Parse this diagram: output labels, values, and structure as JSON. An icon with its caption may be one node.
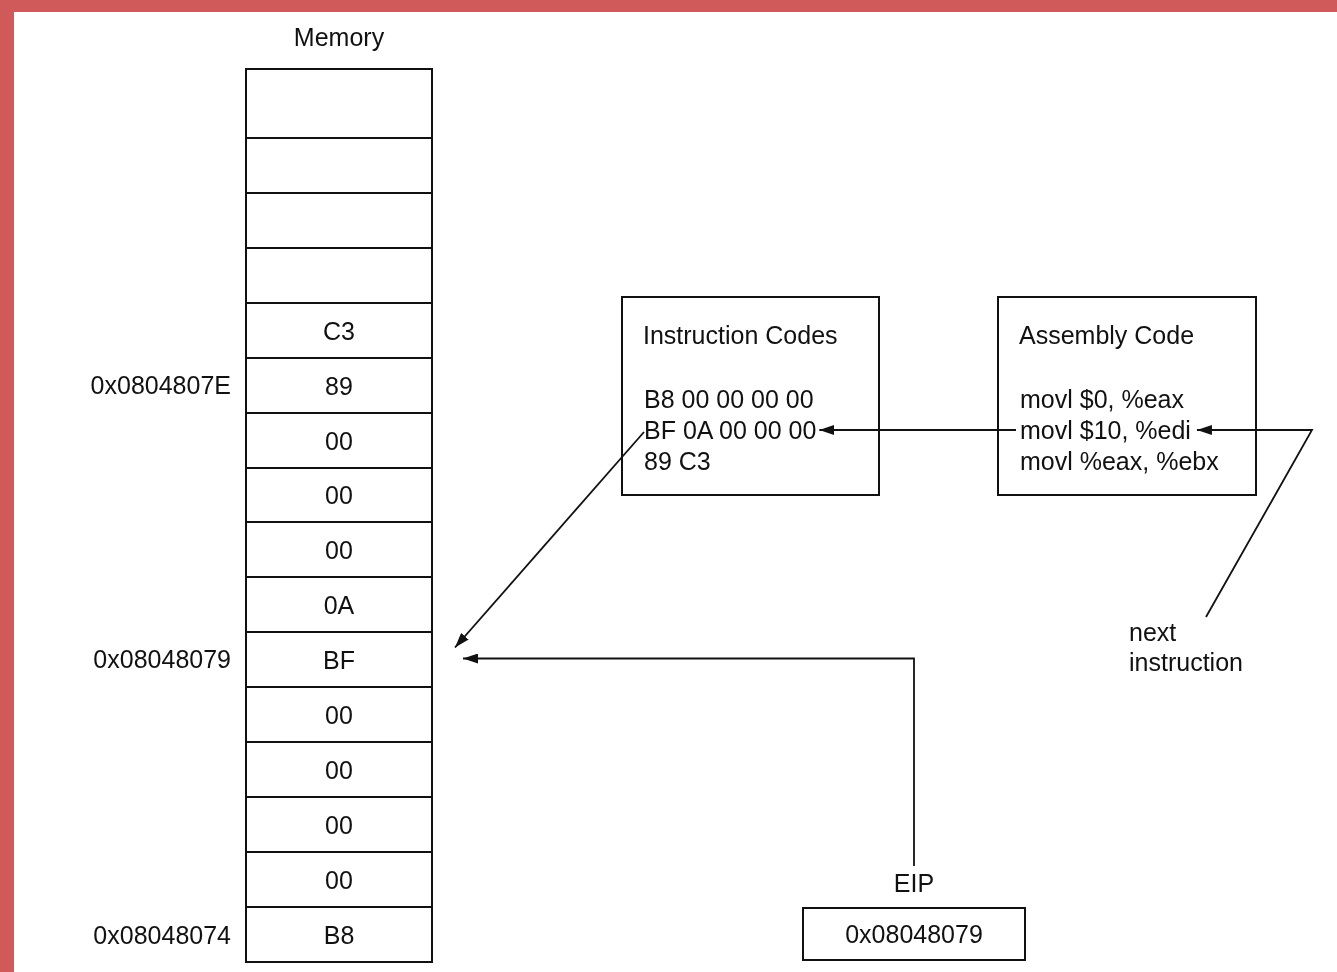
{
  "diagram": {
    "nodes": [
      {
        "text": [
          "Memory"
        ]
      },
      {
        "text": [],
        "shape": "box",
        "in": 0
      },
      {
        "text": [],
        "shape": "box",
        "in": 0
      },
      {
        "text": [],
        "shape": "box",
        "in": 0
      },
      {
        "text": [],
        "shape": "box",
        "in": 0
      },
      {
        "text": [
          "C3"
        ],
        "in": 0
      },
      {
        "text": [
          "89"
        ],
        "in": 0,
        "beside": [
          "0x0804807E"
        ]
      },
      {
        "text": [
          "00"
        ],
        "in": 0
      },
      {
        "text": [
          "00"
        ],
        "in": 0
      },
      {
        "text": [
          "00"
        ],
        "in": 0
      },
      {
        "text": [
          "0A"
        ],
        "in": 0
      },
      {
        "text": [
          "BF"
        ],
        "in": 0,
        "beside": [
          "0x08048079"
        ]
      },
      {
        "text": [
          "00"
        ],
        "in": 0
      },
      {
        "text": [
          "00"
        ],
        "in": 0
      },
      {
        "text": [
          "00"
        ],
        "in": 0
      },
      {
        "text": [
          "00"
        ],
        "in": 0
      },
      {
        "text": [
          "B8"
        ],
        "in": 0,
        "beside": [
          "0x08048074"
        ]
      },
      {
        "text": [
          "Instruction Codes"
        ]
      },
      {
        "text": [
          "B8 00 00 00 00"
        ],
        "in": 17
      },
      {
        "text": [
          "BF 0A 00 00 00"
        ],
        "in": 17
      },
      {
        "text": [
          "89 C3"
        ],
        "in": 17
      },
      {
        "text": [
          "Assembly Code"
        ]
      },
      {
        "text": [
          "movl $0, %eax"
        ],
        "in": 21
      },
      {
        "text": [
          "movl $10, %edi"
        ],
        "in": 21
      },
      {
        "text": [
          "movl %eax, %ebx"
        ],
        "in": 21
      },
      {
        "text": [
          "next instruction"
        ]
      },
      {
        "text": [
          "EIP",
          "0x08048079"
        ]
      }
    ],
    "edges": [
      {
        "from": 23,
        "to": 19,
        "arrow": "to"
      },
      {
        "from": 19,
        "to": 11,
        "arrow": "to"
      },
      {
        "from": 26,
        "to": 11,
        "arrow": "to"
      },
      {
        "from": 25,
        "to": 23,
        "arrow": "to"
      }
    ]
  }
}
